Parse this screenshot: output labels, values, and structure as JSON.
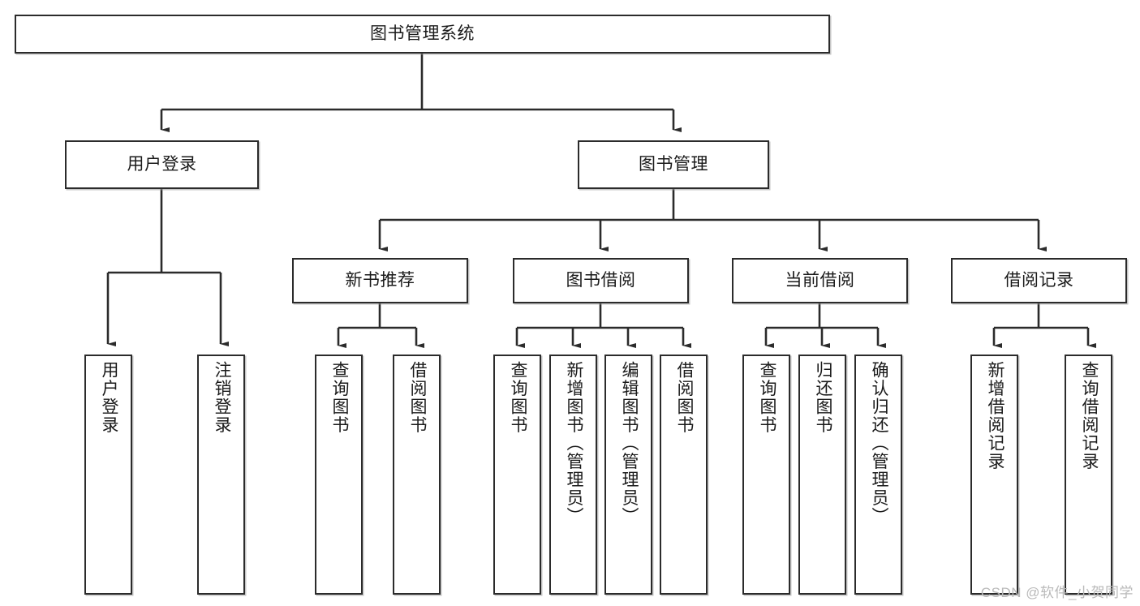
{
  "diagram": {
    "type": "tree-hierarchy",
    "title": "图书管理系统",
    "watermark": "CSDN @软件_小贺同学",
    "colors": {
      "box_border": "#2b2b2b",
      "box_fill": "#ffffff",
      "line": "#2b2b2b",
      "text": "#1a1a1a",
      "watermark": "#b9b9b9"
    },
    "levels": {
      "root": {
        "label": "图书管理系统"
      },
      "level2": [
        {
          "label": "用户登录"
        },
        {
          "label": "图书管理"
        }
      ],
      "level3": [
        {
          "label": "新书推荐"
        },
        {
          "label": "图书借阅"
        },
        {
          "label": "当前借阅"
        },
        {
          "label": "借阅记录"
        }
      ],
      "leaves": {
        "user_login": [
          {
            "label": "用户登录"
          },
          {
            "label": "注销登录"
          }
        ],
        "new_book_recommend": [
          {
            "label": "查询图书"
          },
          {
            "label": "借阅图书"
          }
        ],
        "book_borrow": [
          {
            "label": "查询图书"
          },
          {
            "label": "新增图书（管理员）"
          },
          {
            "label": "编辑图书（管理员）"
          },
          {
            "label": "借阅图书"
          }
        ],
        "current_borrow": [
          {
            "label": "查询图书"
          },
          {
            "label": "归还图书"
          },
          {
            "label": "确认归还（管理员）"
          }
        ],
        "borrow_record": [
          {
            "label": "新增借阅记录"
          },
          {
            "label": "查询借阅记录"
          }
        ]
      }
    }
  }
}
